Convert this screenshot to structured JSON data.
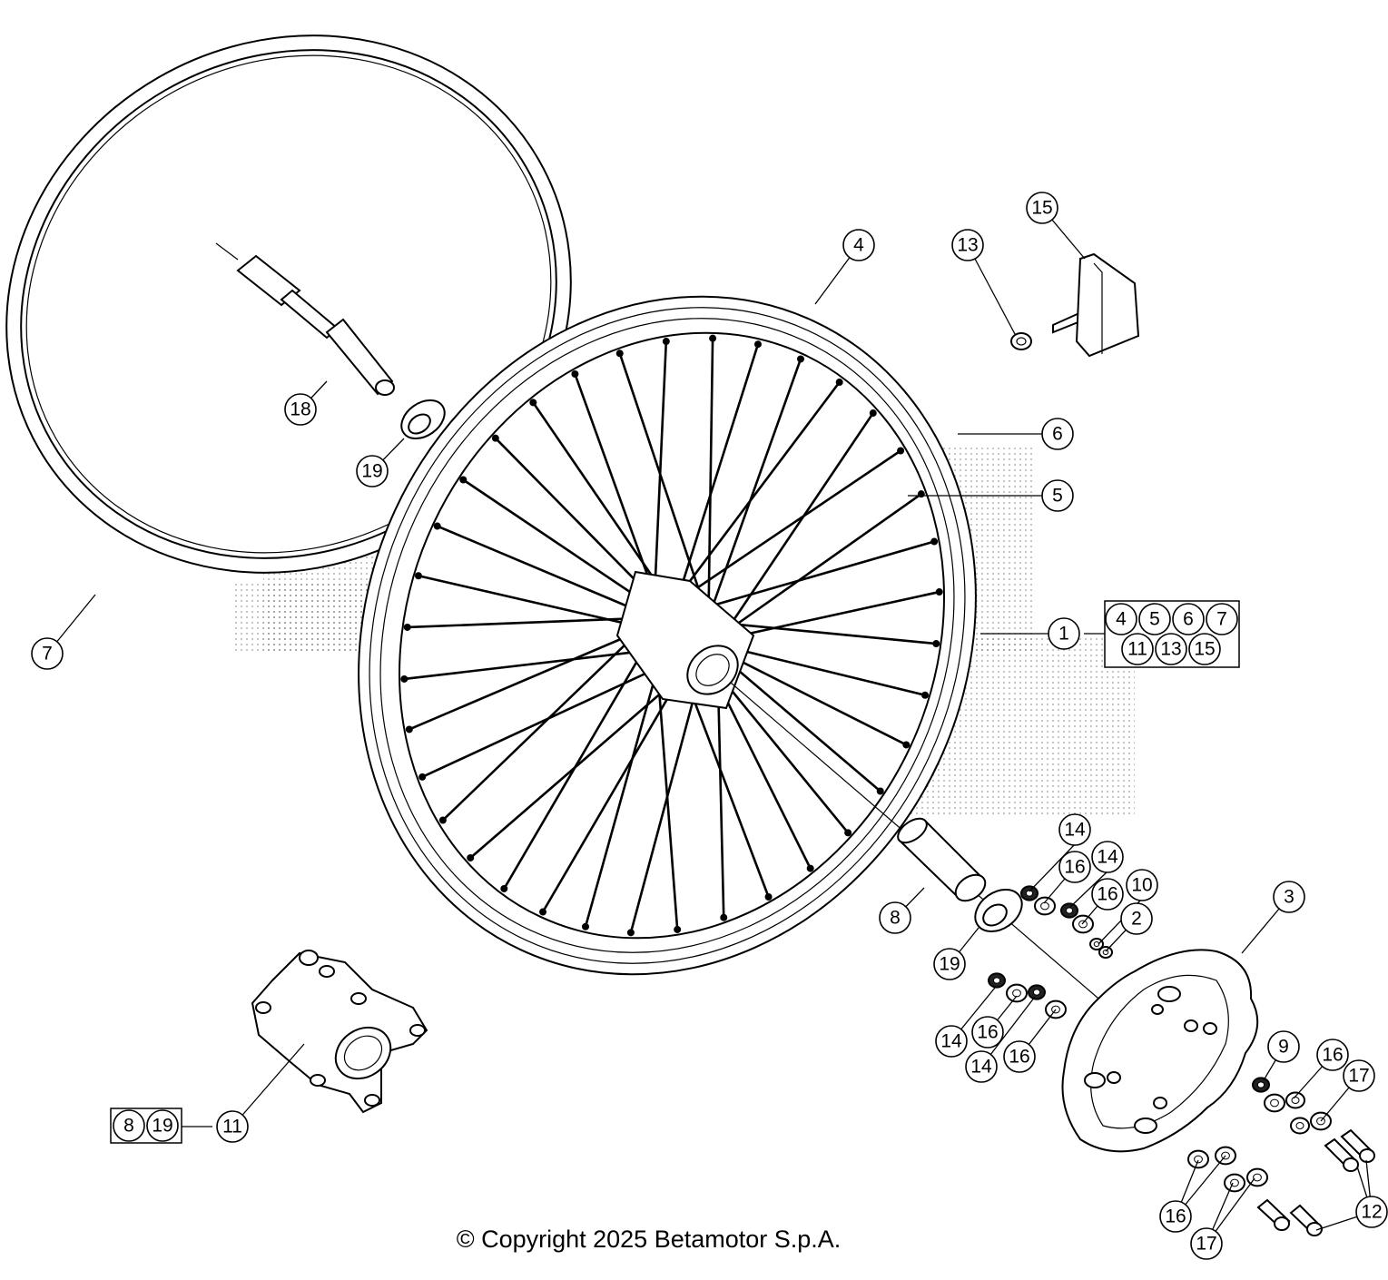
{
  "copyright": "© Copyright 2025 Betamotor S.p.A.",
  "callouts": {
    "c1": "1",
    "c2": "2",
    "c3": "3",
    "c4": "4",
    "c5": "5",
    "c6": "6",
    "c7": "7",
    "c8": "8",
    "c9": "9",
    "c10": "10",
    "c11": "11",
    "c13": "13",
    "c15": "15",
    "c18": "18",
    "c19a": "19",
    "c19b": "19",
    "c14a": "14",
    "c14b": "14",
    "c14c": "14",
    "c14d": "14",
    "c16a": "16",
    "c16b": "16",
    "c16c": "16",
    "c16d": "16",
    "c16e": "16",
    "c16f": "16",
    "c17a": "17",
    "c17b": "17",
    "c12": "12"
  },
  "kit_wheel": [
    "4",
    "5",
    "6",
    "7",
    "11",
    "13",
    "15"
  ],
  "kit_hub": [
    "8",
    "19"
  ]
}
